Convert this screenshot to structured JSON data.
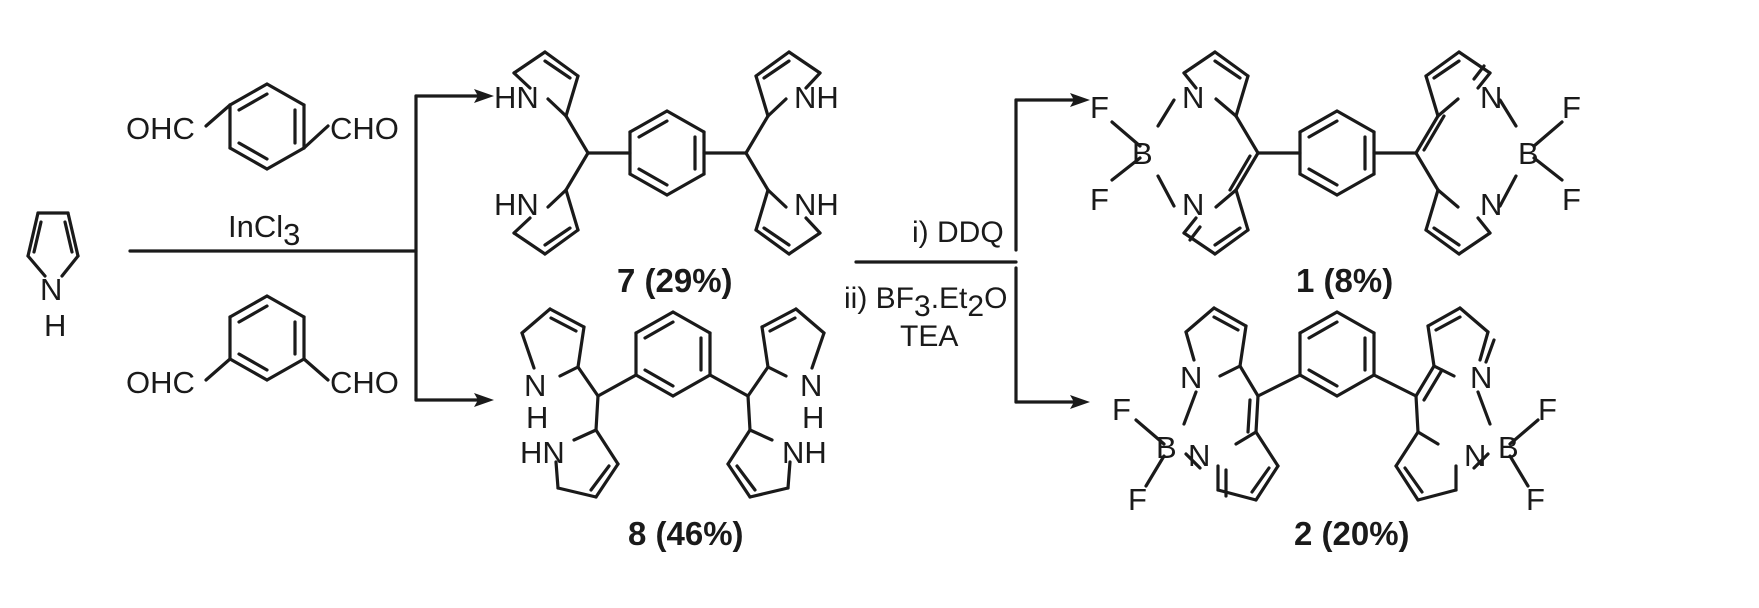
{
  "reactant": {
    "atom_n": "N",
    "atom_h": "H"
  },
  "aldehydes": {
    "para_left": "OHC",
    "para_right": "CHO",
    "meta_left": "OHC",
    "meta_right": "CHO"
  },
  "step1": {
    "reagent": "InCl",
    "reagent_sub": "3"
  },
  "step2": {
    "line1": "i) DDQ",
    "line2_a": "ii) BF",
    "line2_sub1": "3",
    "line2_b": ".Et",
    "line2_sub2": "2",
    "line2_c": "O",
    "line3": "TEA"
  },
  "labels": {
    "hn": "HN",
    "nh": "NH",
    "n": "N",
    "b": "B",
    "f": "F",
    "h": "H"
  },
  "products": {
    "p7": "7 (29%)",
    "p8": "8 (46%)",
    "p1": "1 (8%)",
    "p2": "2 (20%)"
  }
}
